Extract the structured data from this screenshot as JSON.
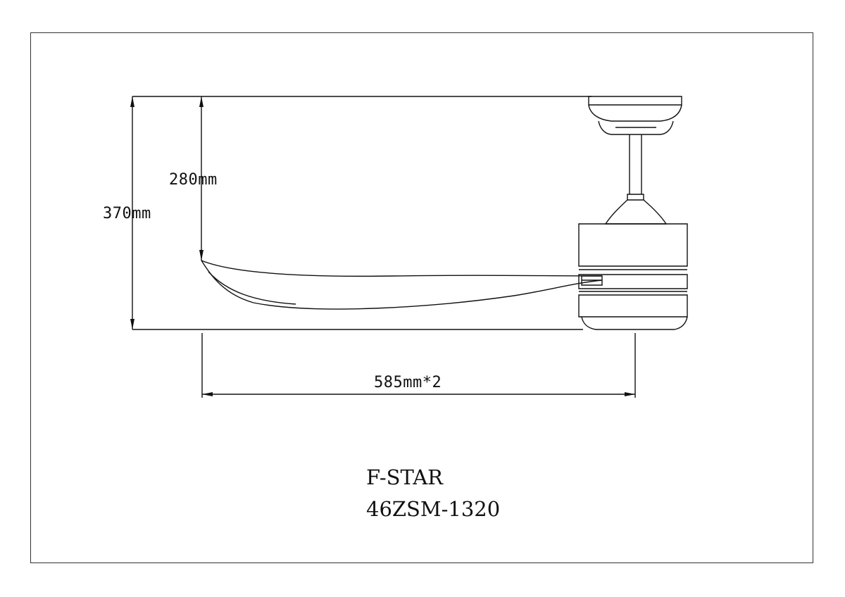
{
  "dimensions": {
    "total_height": "370mm",
    "blade_drop": "280mm",
    "blade_span": "585mm*2"
  },
  "title_block": {
    "brand": "F-STAR",
    "model": "46ZSM-1320"
  }
}
